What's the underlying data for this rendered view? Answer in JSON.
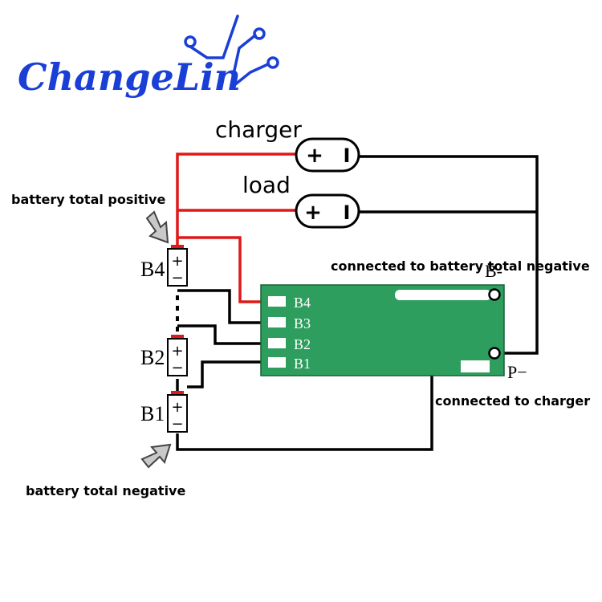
{
  "logo": {
    "text": "ChangeLin",
    "color": "#1a3fd6"
  },
  "labels": {
    "charger": "charger",
    "load": "load",
    "battery_total_positive": "battery total positive",
    "battery_total_negative": "battery total negative",
    "connected_to_battery_total_negative": "connected to battery total negative",
    "connected_to_charger": "connected to charger",
    "b_minus": "B-",
    "p_minus": "P−"
  },
  "connectors": {
    "plus": "+",
    "minus": "I"
  },
  "cells": [
    {
      "name": "B4",
      "plus": "+",
      "minus": "−"
    },
    {
      "name": "B2",
      "plus": "+",
      "minus": "−"
    },
    {
      "name": "B1",
      "plus": "+",
      "minus": "−"
    }
  ],
  "board": {
    "color": "#2e9e5e",
    "pins": [
      "B4",
      "B3",
      "B2",
      "B1"
    ]
  },
  "colors": {
    "positive_wire": "#e01818",
    "negative_wire": "#000000"
  }
}
